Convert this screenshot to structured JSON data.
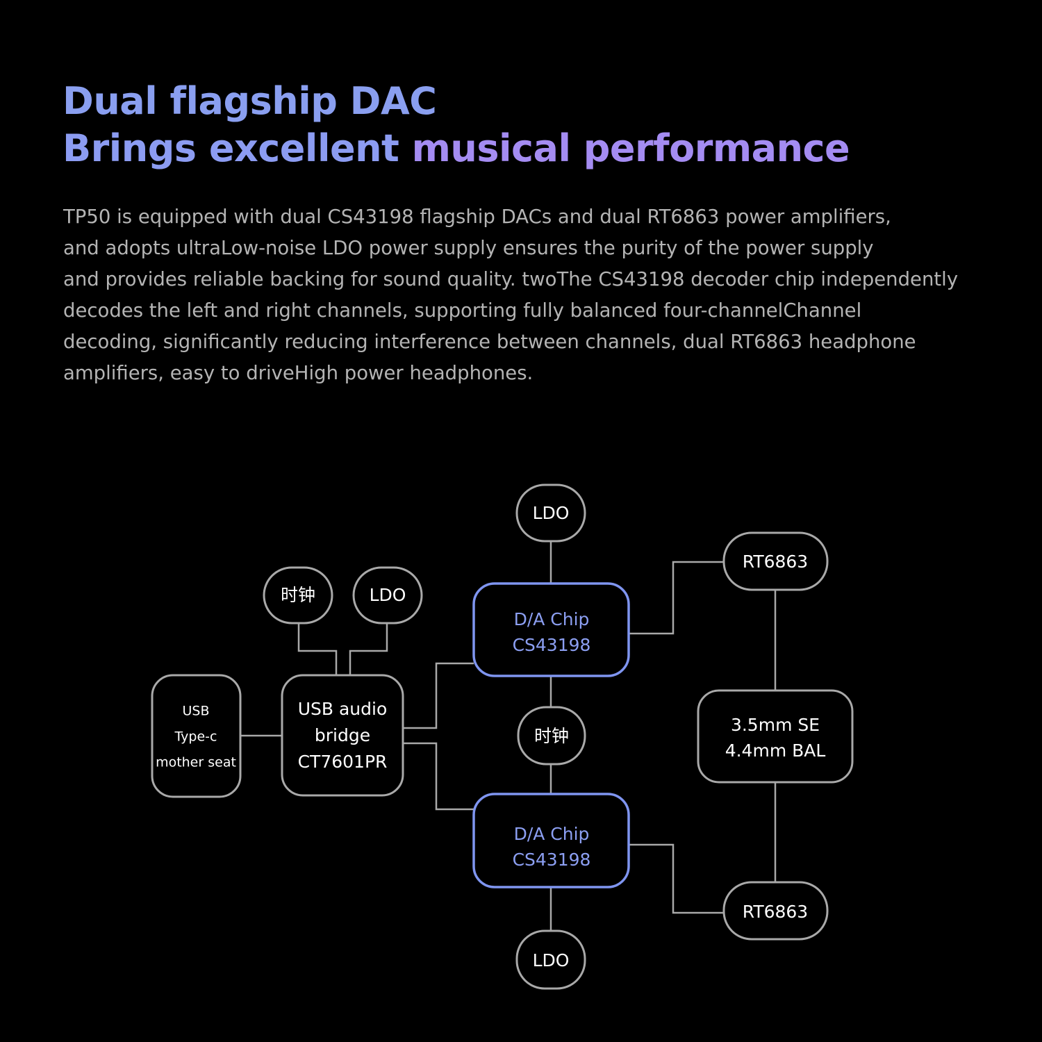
{
  "header": {
    "title_line1": "Dual flagship DAC",
    "title_line2_part1": "Brings excellent ",
    "title_line2_part2": "musical performance"
  },
  "description": {
    "lines": [
      "TP50 is equipped with dual CS43198 flagship DACs and dual RT6863 power amplifiers,",
      "and adopts ultraLow-noise LDO power supply ensures the purity of the power supply",
      "and provides reliable backing for sound quality. twoThe CS43198 decoder chip independently",
      "decodes the left and right channels, supporting fully balanced four-channelChannel",
      "decoding, significantly reducing interference between channels, dual RT6863 headphone",
      "amplifiers, easy to driveHigh power headphones."
    ]
  },
  "diagram": {
    "usb_port": [
      "USB",
      "Type-c",
      "mother seat"
    ],
    "usb_bridge": [
      "USB audio",
      "bridge",
      "CT7601PR"
    ],
    "clock_top": "时钟",
    "ldo_bridge": "LDO",
    "ldo_top": "LDO",
    "dac_top": [
      "D/A Chip",
      "CS43198"
    ],
    "clock_mid": "时钟",
    "dac_bottom": [
      "D/A Chip",
      "CS43198"
    ],
    "ldo_bottom": "LDO",
    "amp_top": "RT6863",
    "jacks": [
      "3.5mm SE",
      "4.4mm BAL"
    ],
    "amp_bottom": "RT6863"
  },
  "colors": {
    "background": "#000000",
    "accent_blue": "#8a9ff0",
    "accent_purple": "#a48cf2",
    "body_text": "#b4b4b4",
    "box_stroke": "#a9a9a9"
  }
}
